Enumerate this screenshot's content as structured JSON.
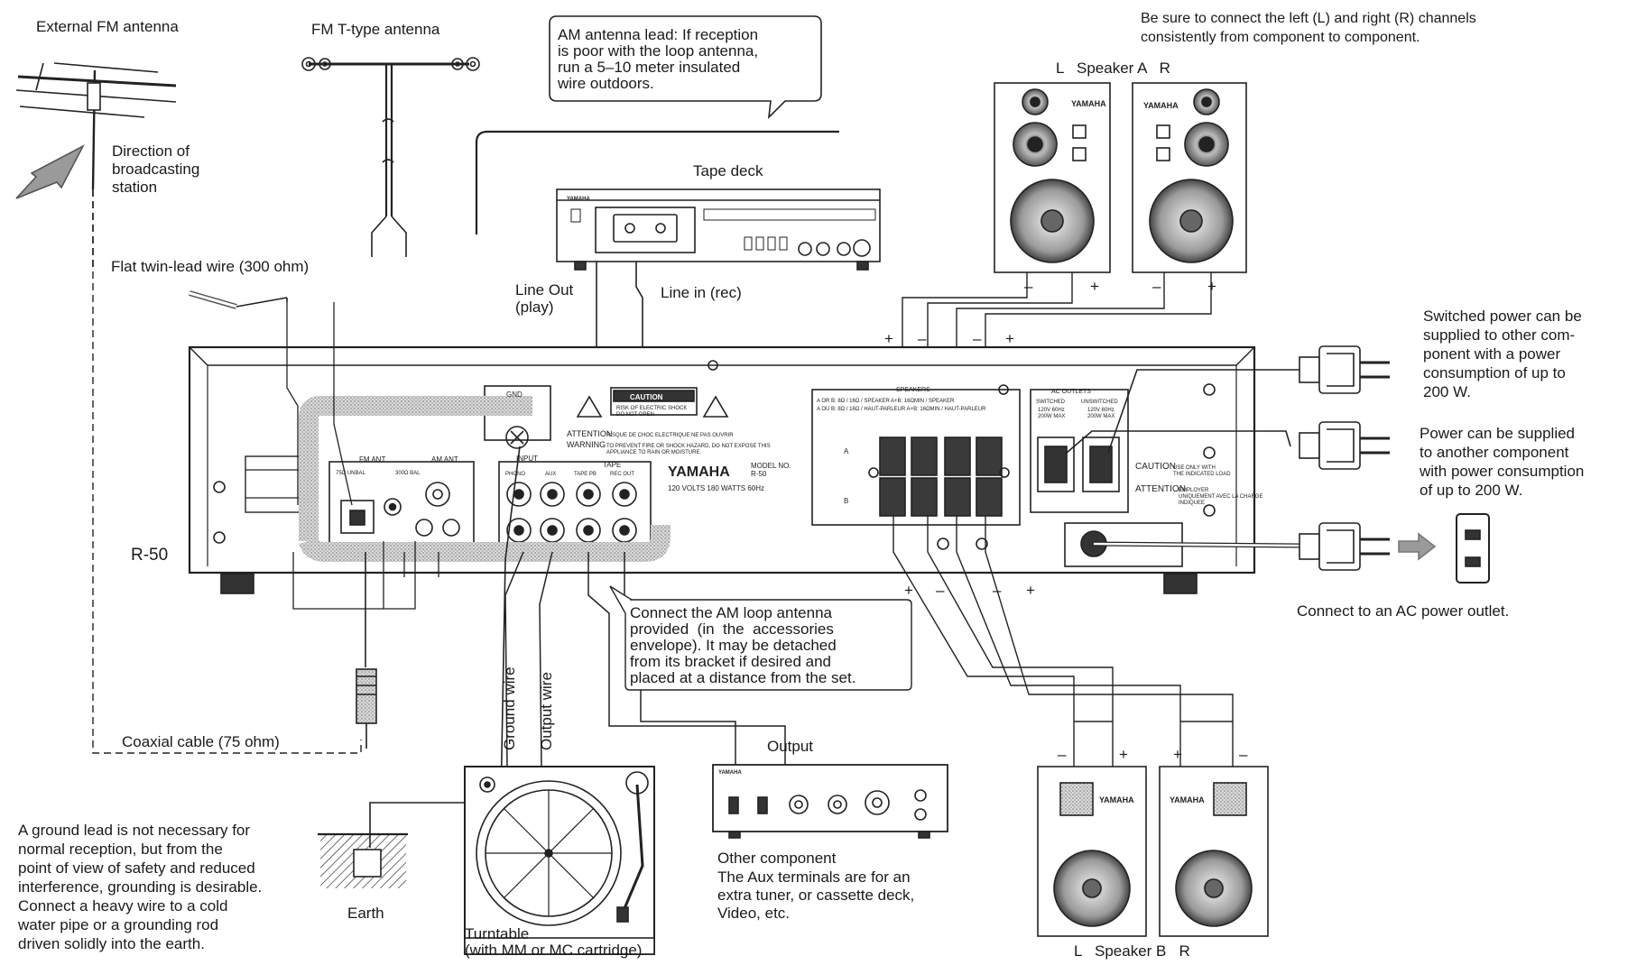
{
  "labels": {
    "ext_fm_antenna": "External FM antenna",
    "fm_t_antenna": "FM T-type antenna",
    "direction": "Direction of\nbroadcasting\nstation",
    "twin_lead": "Flat twin-lead wire (300 ohm)",
    "am_lead_note": "AM antenna lead: If reception\nis poor with the loop antenna,\nrun a 5–10 meter insulated\nwire outdoors.",
    "tape_deck": "Tape deck",
    "line_out": "Line Out\n(play)",
    "line_in": "Line in (rec)",
    "lr_note": "Be sure to connect the left (L) and right (R) channels\nconsistently from component to component.",
    "speaker_a": "L   Speaker A   R",
    "speaker_b": "L   Speaker B   R",
    "switched_power": "Switched power can be\nsupplied to other com-\nponent with a power\nconsumption of up to\n200 W.",
    "unswitched_power": "Power can be supplied\nto another component\nwith power consumption\nof up to 200 W.",
    "ac_outlet": "Connect to an AC power outlet.",
    "r50": "R-50",
    "am_loop_note": "Connect the AM loop antenna\nprovided  (in  the  accessories\nenvelope). It may be detached\nfrom its bracket if desired and\nplaced at a distance from the set.",
    "ground_wire": "Ground wire",
    "output_wire": "Output wire",
    "output": "Output",
    "other_component": "Other component",
    "aux_note": "The Aux terminals are for an\nextra tuner, or cassette deck,\nVideo, etc.",
    "coax": "Coaxial cable (75 ohm)",
    "ground_note": "A ground lead is not necessary for\nnormal reception, but from the\npoint of view of safety and reduced\ninterference, grounding is desirable.\nConnect a heavy wire to a cold\nwater pipe or a grounding rod\ndriven solidly into the earth.",
    "earth": "Earth",
    "turntable": "Turntable\n(with MM or MC cartridge)",
    "plus": "+",
    "minus": "–"
  },
  "panel": {
    "yamaha": "YAMAHA",
    "model": "MODEL NO.\nR-50",
    "rating": "120 VOLTS  180 WATTS  60Hz",
    "caution": "CAUTION",
    "caution_sub": "RISK OF ELECTRIC SHOCK\nDO NOT OPEN",
    "attention": "ATTENTION",
    "attention_txt": "RISQUE DE CHOC ELECTRIQUE NE PAS OUVRIR",
    "warning": "WARNING",
    "warning_txt": "TO PREVENT FIRE OR SHOCK HAZARD, DO NOT EXPOSE THIS\nAPPLIANCE TO RAIN OR MOISTURE.",
    "gnd": "GND",
    "fm_ant": "FM ANT",
    "am_ant": "AM ANT",
    "ohm300": "300Ω BAL",
    "ohm75": "75Ω UNBAL",
    "input": "INPUT",
    "tape": "TAPE",
    "phono": "PHONO",
    "aux": "AUX",
    "tape_pb": "TAPE PB",
    "rec_out": "REC OUT",
    "speakers": "SPEAKERS",
    "spk_line1": "A OR B: 8Ω / 16Ω / SPEAKER  A+B: 16ΩMIN / SPEAKER",
    "spk_line2": "A OU B: 8Ω / 16Ω / HAUT-PARLEUR  A+B: 16ΩMIN / HAUT-PARLEUR",
    "row_a": "A",
    "row_b": "B",
    "ac_outlets": "AC OUTLETS",
    "switched": "SWITCHED",
    "unswitched": "UNSWITCHED",
    "sw_rating": "120V 60Hz\n200W MAX",
    "unsw_rating": "120V 60Hz\n200W MAX",
    "ac_caution": "CAUTION",
    "ac_caution_txt": "USE ONLY WITH\nTHE INDICATED LOAD",
    "ac_attention": "ATTENTION",
    "ac_attention_txt": "EMPLOYER\nUNIQUEMENT AVEC LA CHARGE\nINDIQUEE"
  },
  "devices": {
    "spk_brand": "YAMAHA",
    "tape_brand": "YAMAHA",
    "amp_brand": "YAMAHA"
  }
}
